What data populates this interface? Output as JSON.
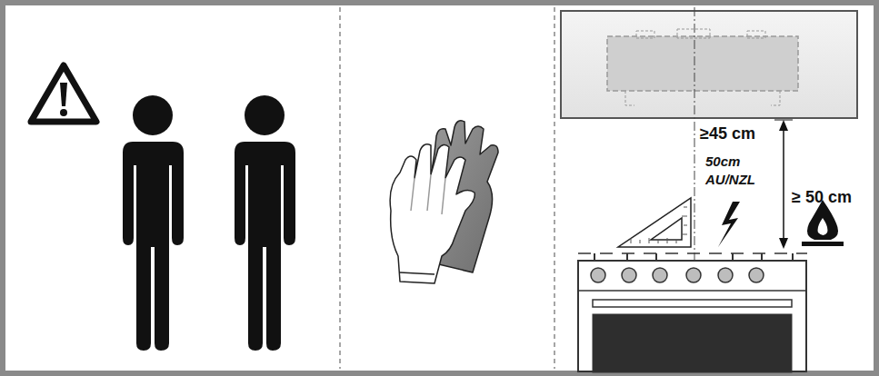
{
  "diagram": {
    "labels": [
      "≥45 cm",
      "50cm",
      "AU/NZL",
      "≥ 50 cm"
    ]
  }
}
